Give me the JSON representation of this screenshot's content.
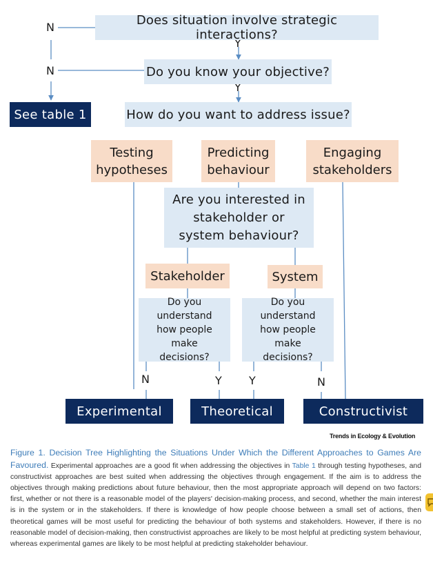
{
  "nodes": {
    "q1": "Does situation involve strategic interactions?",
    "q2": "Do you know your objective?",
    "q3": "How do you want to address issue?",
    "see_table": "See table 1",
    "opt_testing": "Testing hypotheses",
    "opt_predicting": "Predicting behaviour",
    "opt_engaging": "Engaging stakeholders",
    "q4": "Are you interested in stakeholder or system behaviour?",
    "opt_stakeholder": "Stakeholder",
    "opt_system": "System",
    "q5_left": "Do you understand how people make decisions?",
    "q5_right": "Do you understand how people make decisions?",
    "res_experimental": "Experimental",
    "res_theoretical": "Theoretical",
    "res_constructivist": "Constructivist"
  },
  "labels": {
    "n1": "N",
    "y1": "Y",
    "n2": "N",
    "y2": "Y",
    "n_left": "N",
    "y_left": "Y",
    "y_right": "Y",
    "n_right": "N"
  },
  "brand": "Trends in Ecology & Evolution",
  "caption": {
    "title": "Figure 1. Decision Tree Highlighting the Situations Under Which the Different Approaches to Games Are Favoured.",
    "part1": " Experimental approaches are a good fit when addressing the objectives in ",
    "ref": "Table 1",
    "part2": " through testing hypotheses, and constructivist approaches are best suited when addressing the objectives through engagement. If the aim is to address the objectives through making predictions about future behaviour, then the most appropriate approach will depend on two factors: first, whether or not there is a reasonable model of the players' decision-making process, and second, whether the main interest is in the system or in the stakeholders. If there is knowledge of how people choose between a small set of actions, then theoretical games will be most useful for predicting the behaviour of both systems and stakeholders. However, if there is no reasonable model of decision-making, then constructivist approaches are likely to be most helpful at predicting system behaviour, whereas experimental games are likely to be most helpful at predicting stakeholder behaviour."
  },
  "colors": {
    "question_fill": "#dde9f4",
    "option_fill": "#f8dcc8",
    "result_fill": "#0d2a5c",
    "line": "#5b8dc3",
    "caption_accent": "#3d7cb8"
  }
}
